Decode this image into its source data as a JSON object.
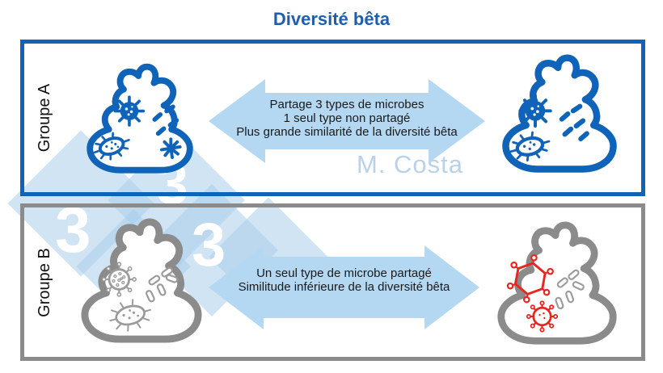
{
  "title": "Diversité bêta",
  "watermark": {
    "author": "M. Costa",
    "logo_digit": "3"
  },
  "groups": [
    {
      "label": "Groupe A",
      "arrow_lines": [
        "Partage 3 types de microbes",
        "1 seul type non partagé",
        "Plus grande similarité de la diversité bêta"
      ],
      "left_sample_microbes": [
        "virus",
        "rod-bacteria",
        "kidney-bacterium",
        "star-virus"
      ],
      "right_sample_microbes": [
        "virus",
        "rod-bacteria",
        "kidney-bacterium"
      ],
      "accent": "#0f63b8"
    },
    {
      "label": "Groupe B",
      "arrow_lines": [
        "Un seul type de microbe partagé",
        "Similitude inférieure de la diversité bêta"
      ],
      "left_sample_microbes": [
        "virus",
        "rod-bacteria",
        "kidney-bacterium"
      ],
      "right_sample_microbes": [
        "hexagon-molecule",
        "rod-bacteria",
        "virus"
      ],
      "accent": "#8b8b8b"
    }
  ],
  "colors": {
    "blue": "#0f63b8",
    "title_blue": "#1d5fae",
    "arrow_fill": "#b5d8f2",
    "gray_border": "#8b8b8b",
    "gray_microbe": "#9b9b9b",
    "red": "#e8251f",
    "watermark_diamond": "rgba(170,205,235,0.55)",
    "watermark_text": "#b9d2ea",
    "arrow_text": "#1a1a1a"
  }
}
